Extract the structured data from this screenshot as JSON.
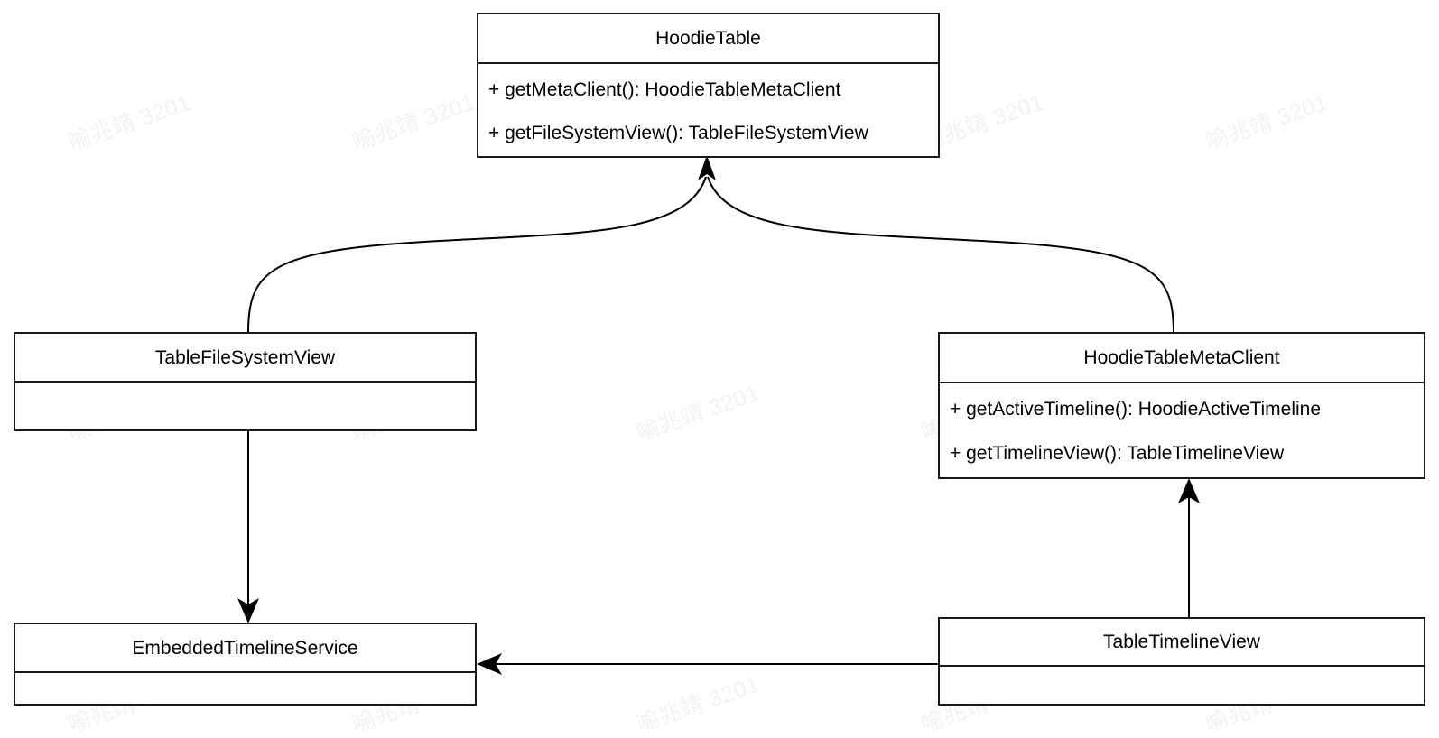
{
  "diagram": {
    "title": "HoodieTable UML class diagram",
    "type": "uml-class-diagram",
    "background_color": "#ffffff",
    "line_color": "#000000",
    "text_color": "#000000",
    "watermark": {
      "text": "喻兆靖 3201",
      "color": "#f2f2f2",
      "rotation_deg": -19
    }
  },
  "classes": [
    {
      "id": "hoodie-table",
      "name": "HoodieTable",
      "members": [
        "+ getMetaClient(): HoodieTableMetaClient",
        "+ getFileSystemView(): TableFileSystemView"
      ]
    },
    {
      "id": "table-file-system-view",
      "name": "TableFileSystemView",
      "members": []
    },
    {
      "id": "hoodie-table-meta-client",
      "name": "HoodieTableMetaClient",
      "members": [
        "+ getActiveTimeline(): HoodieActiveTimeline",
        "+ getTimelineView(): TableTimelineView"
      ]
    },
    {
      "id": "embedded-timeline-service",
      "name": "EmbeddedTimelineService",
      "members": []
    },
    {
      "id": "table-timeline-view",
      "name": "TableTimelineView",
      "members": []
    }
  ],
  "relationships": [
    {
      "from": "TableFileSystemView",
      "to": "HoodieTable",
      "style": "curved",
      "arrow": "solid-filled"
    },
    {
      "from": "HoodieTableMetaClient",
      "to": "HoodieTable",
      "style": "curved",
      "arrow": "solid-filled"
    },
    {
      "from": "TableFileSystemView",
      "to": "EmbeddedTimelineService",
      "style": "vertical",
      "arrow": "solid-filled"
    },
    {
      "from": "TableTimelineView",
      "to": "HoodieTableMetaClient",
      "style": "vertical",
      "arrow": "solid-filled"
    },
    {
      "from": "TableTimelineView",
      "to": "EmbeddedTimelineService",
      "style": "horizontal",
      "arrow": "solid-filled"
    }
  ]
}
